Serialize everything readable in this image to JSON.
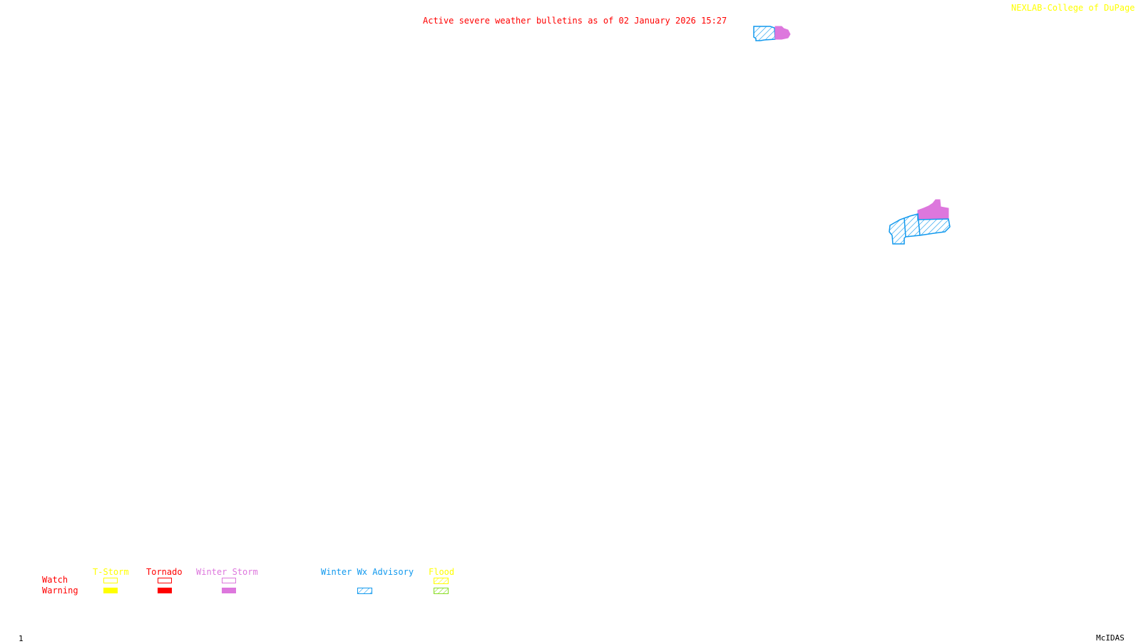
{
  "header": {
    "title": "Active severe weather bulletins as of 02 January 2026 15:27",
    "credit": "NEXLAB-College of DuPage"
  },
  "colors": {
    "title": "#ff0000",
    "credit": "#ffff00",
    "tstorm": "#ffff00",
    "tornado": "#ff0000",
    "winter_storm": "#dd77dd",
    "winter_wx_advisory": "#1199ee",
    "flood_watch": "#ffff00",
    "flood_warning": "#88dd22"
  },
  "legend": {
    "row_labels": {
      "watch": "Watch",
      "warning": "Warning"
    },
    "columns": [
      {
        "name": "T-Storm",
        "watch": "outline",
        "warning": "solid"
      },
      {
        "name": "Tornado",
        "watch": "outline",
        "warning": "solid"
      },
      {
        "name": "Winter Storm",
        "watch": "outline",
        "warning": "solid"
      },
      {
        "name": "Winter Wx Advisory",
        "watch": "none",
        "warning": "hatched"
      },
      {
        "name": "Flood",
        "watch": "hatched",
        "warning": "hatched"
      }
    ]
  },
  "map_regions": [
    {
      "type": "Winter Wx Advisory",
      "location": "north"
    },
    {
      "type": "Winter Storm Warning",
      "location": "north"
    },
    {
      "type": "Winter Wx Advisory",
      "location": "east"
    },
    {
      "type": "Winter Storm Warning",
      "location": "east"
    }
  ],
  "footer": {
    "frame": "1",
    "software": "McIDAS"
  }
}
